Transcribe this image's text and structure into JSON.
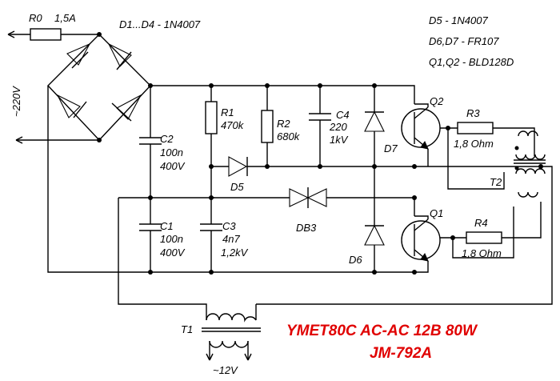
{
  "labels": {
    "r0": "R0",
    "r0_value": "1,5A",
    "bridge": "D1...D4 - 1N4007",
    "ac_in": "~220V",
    "r1": "R1",
    "r1_value": "470k",
    "r2": "R2",
    "r2_value": "680k",
    "c4": "C4",
    "c4_value": "220",
    "c4_voltage": "1kV",
    "d5": "D5",
    "d6": "D6",
    "d7": "D7",
    "c2": "C2",
    "c2_value": "100n",
    "c2_voltage": "400V",
    "c1": "C1",
    "c1_value": "100n",
    "c1_voltage": "400V",
    "c3": "C3",
    "c3_value": "4n7",
    "c3_voltage": "1,2kV",
    "db3": "DB3",
    "q1": "Q1",
    "q2": "Q2",
    "r3": "R3",
    "r3_value": "1,8 Ohm",
    "r4": "R4",
    "r4_value": "1,8 Ohm",
    "t1": "T1",
    "t2": "T2",
    "ac_out": "~12V"
  },
  "parts_list": [
    "D5 - 1N4007",
    "D6,D7 - FR107",
    "Q1,Q2 - BLD128D"
  ],
  "title": {
    "line1": "YMET80C AC-AC 12B 80W",
    "line2": "JM-792A"
  },
  "colors": {
    "wire": "#000000",
    "title": "#e00000"
  }
}
